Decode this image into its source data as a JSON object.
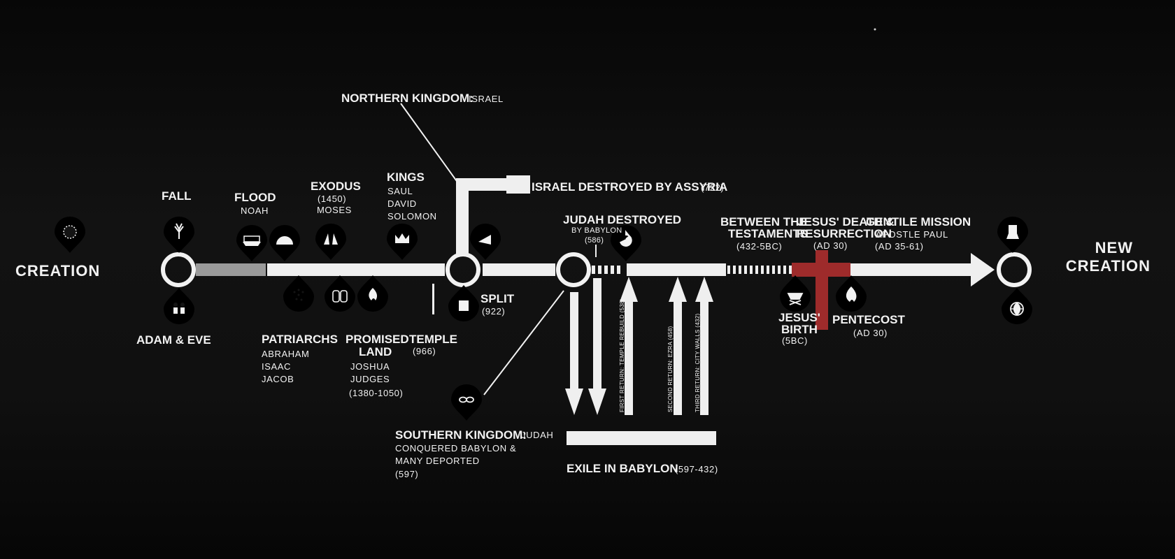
{
  "labels": {
    "creation": "CREATION",
    "new_creation_1": "NEW",
    "new_creation_2": "CREATION",
    "fall": "FALL",
    "adam_eve": "ADAM & EVE",
    "flood": "FLOOD",
    "noah": "NOAH",
    "exodus": "EXODUS",
    "exodus_year": "(1450)",
    "moses": "MOSES",
    "kings": "KINGS",
    "saul": "SAUL",
    "david": "DAVID",
    "solomon": "SOLOMON",
    "northern_kingdom": "NORTHERN KINGDOM:",
    "northern_israel": "ISRAEL",
    "israel_destroyed": "ISRAEL DESTROYED BY ASSYRIA",
    "israel_destroyed_year": "(722)",
    "patriarchs": "PATRIARCHS",
    "abraham": "ABRAHAM",
    "isaac": "ISAAC",
    "jacob": "JACOB",
    "promised_1": "PROMISED",
    "promised_2": "LAND",
    "joshua": "JOSHUA",
    "judges": "JUDGES",
    "judges_years": "(1380-1050)",
    "temple": "TEMPLE",
    "temple_year": "(966)",
    "split": "SPLIT",
    "split_year": "(922)",
    "judah_destroyed": "JUDAH DESTROYED",
    "by_babylon": "BY BABYLON",
    "by_babylon_year": "(586)",
    "southern_kingdom": "SOUTHERN KINGDOM:",
    "southern_judah": "JUDAH",
    "conquered_1": "CONQUERED BABYLON &",
    "conquered_2": "MANY DEPORTED",
    "conquered_3": "(597)",
    "exile": "EXILE IN BABYLON",
    "exile_years": "(597-432)",
    "first_return": "FIRST RETURN: TEMPLE REBUILD (538)",
    "second_return": "SECOND RETURN: EZRA (458)",
    "third_return": "THIRD RETURN: CITY WALLS (432)",
    "between_1": "BETWEEN THE",
    "between_2": "TESTAMENTS",
    "between_years": "(432-5BC)",
    "death_1": "JESUS' DEATH &",
    "death_2": "RESURRECTION",
    "death_year": "(AD 30)",
    "gentile": "GENTILE MISSION",
    "paul": "APOSTLE PAUL",
    "paul_years": "(AD 35-61)",
    "birth_1": "JESUS'",
    "birth_2": "BIRTH",
    "birth_year": "(5BC)",
    "pentecost": "PENTECOST",
    "pentecost_year": "(AD 30)"
  },
  "icons": [
    "creation-galaxy-icon",
    "tree-icon",
    "people-icon",
    "ark-icon",
    "rainbow-icon",
    "stars-icon",
    "tablets-icon",
    "sea-parting-icon",
    "burning-bush-icon",
    "crown-icon",
    "split-scroll-icon",
    "shofar-icon",
    "return-icon",
    "chains-icon",
    "manger-icon",
    "flame-icon",
    "throne-icon",
    "world-icon"
  ],
  "colors": {
    "chalk": "#f2f2f2",
    "cross": "#9e2b2b",
    "board": "#101010"
  }
}
